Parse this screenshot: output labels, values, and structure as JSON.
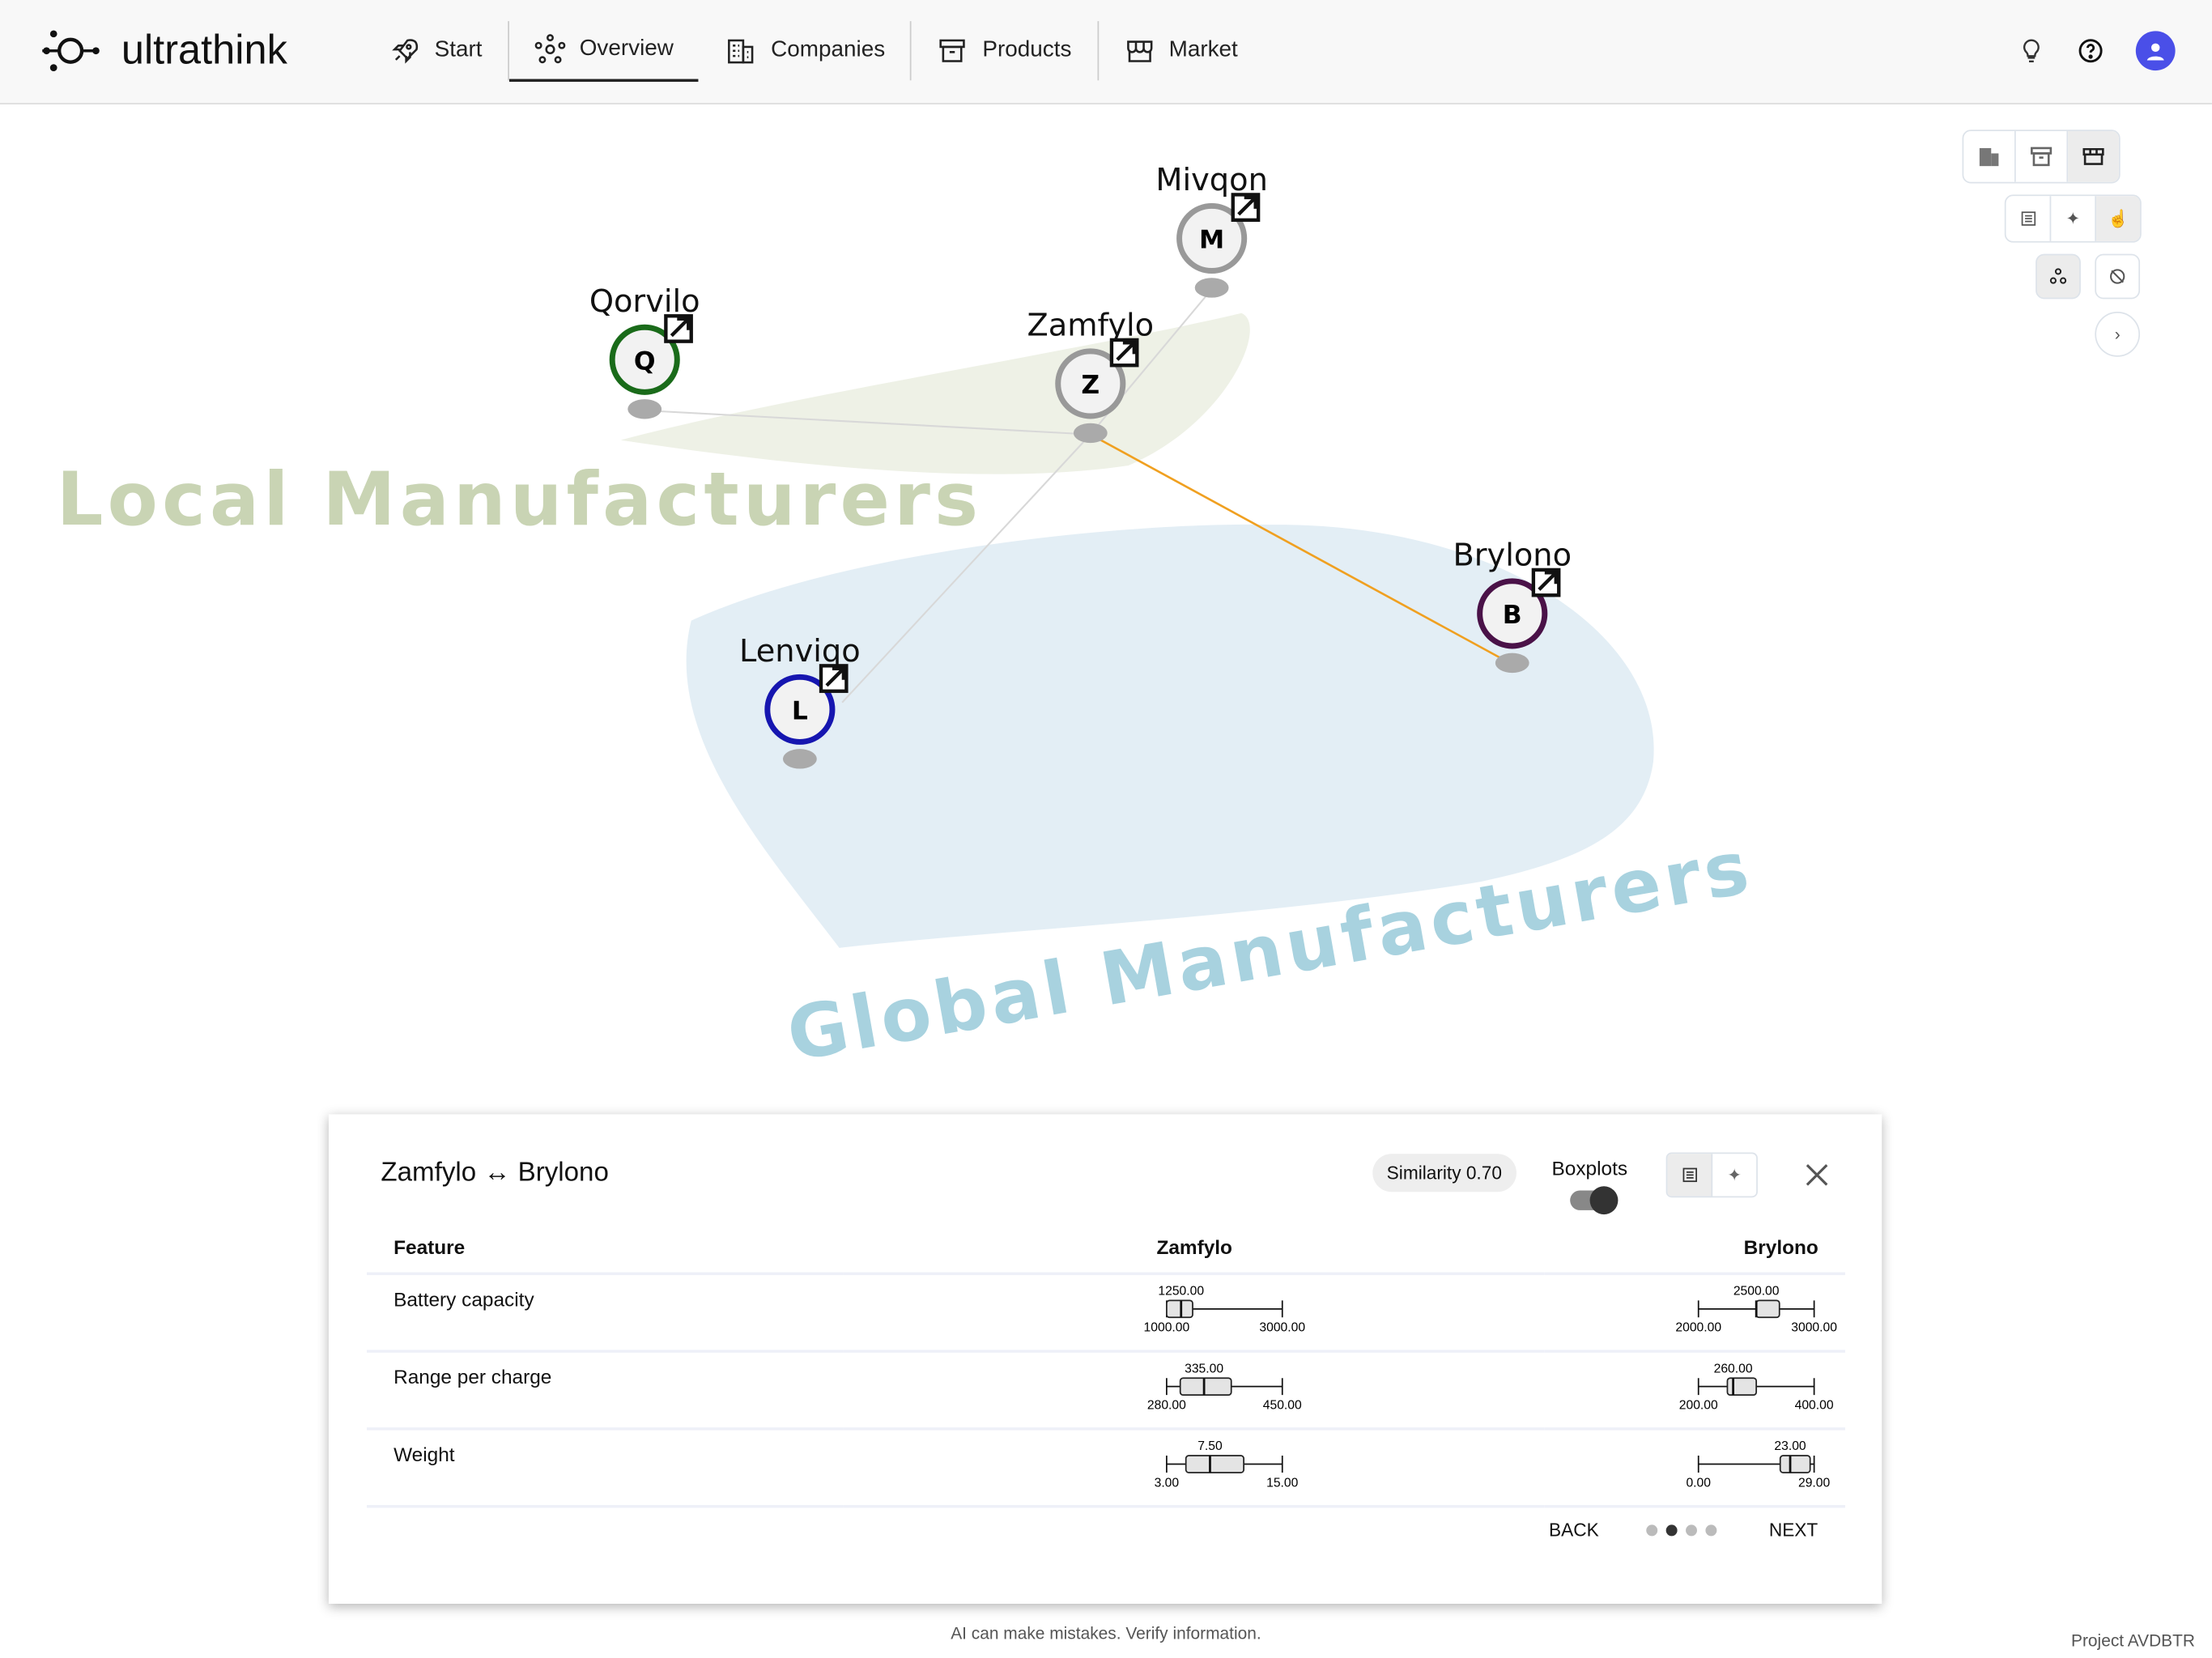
{
  "app": {
    "name": "ultrathink",
    "project": "Project AVDBTR",
    "disclaimer": "AI can make mistakes. Verify information."
  },
  "nav": [
    {
      "label": "Start",
      "icon": "rocket-icon"
    },
    {
      "label": "Overview",
      "icon": "network-icon",
      "active": true
    },
    {
      "label": "Companies",
      "icon": "building-icon"
    },
    {
      "label": "Products",
      "icon": "archive-box-icon"
    },
    {
      "label": "Market",
      "icon": "storefront-icon"
    }
  ],
  "top_right_icons": [
    "lightbulb-icon",
    "help-icon",
    "user-avatar-icon"
  ],
  "graph": {
    "clusters": [
      {
        "label": "Local Manufacturers",
        "color": "#c9d4b4"
      },
      {
        "label": "Global Manufacturers",
        "color": "#a8d2df"
      }
    ],
    "nodes": [
      {
        "name": "Mivqon",
        "initial": "M",
        "ring": "#999999"
      },
      {
        "name": "Qorvilo",
        "initial": "Q",
        "ring": "#1a6b1a"
      },
      {
        "name": "Zamfylo",
        "initial": "Z",
        "ring": "#999999"
      },
      {
        "name": "Brylono",
        "initial": "B",
        "ring": "#4a1248"
      },
      {
        "name": "Lenviqo",
        "initial": "L",
        "ring": "#1616b0"
      }
    ],
    "edges": [
      {
        "from": "Qorvilo",
        "to": "Zamfylo"
      },
      {
        "from": "Mivqon",
        "to": "Zamfylo"
      },
      {
        "from": "Zamfylo",
        "to": "Lenviqo"
      },
      {
        "from": "Zamfylo",
        "to": "Brylono",
        "highlighted": true,
        "color": "#f0a020"
      }
    ]
  },
  "panel": {
    "title": "Zamfylo ↔ Brylono",
    "similarity": "Similarity 0.70",
    "boxplots_label": "Boxplots",
    "boxplots_on": true,
    "columns": [
      "Feature",
      "Zamfylo",
      "Brylono"
    ],
    "rows": [
      {
        "feature": "Battery capacity",
        "a": {
          "min": 1000,
          "q1": 1000,
          "median": 1250,
          "q3": 1450,
          "max": 3000,
          "min_label": "1000.00",
          "median_label": "1250.00",
          "max_label": "3000.00"
        },
        "b": {
          "min": 2000,
          "q1": 2500,
          "median": 2500,
          "q3": 2700,
          "max": 3000,
          "min_label": "2000.00",
          "median_label": "2500.00",
          "max_label": "3000.00"
        }
      },
      {
        "feature": "Range per charge",
        "a": {
          "min": 280,
          "q1": 300,
          "median": 335,
          "q3": 375,
          "max": 450,
          "min_label": "280.00",
          "median_label": "335.00",
          "max_label": "450.00"
        },
        "b": {
          "min": 200,
          "q1": 250,
          "median": 260,
          "q3": 300,
          "max": 400,
          "min_label": "200.00",
          "median_label": "260.00",
          "max_label": "400.00"
        }
      },
      {
        "feature": "Weight",
        "a": {
          "min": 3,
          "q1": 5,
          "median": 7.5,
          "q3": 11,
          "max": 15,
          "min_label": "3.00",
          "median_label": "7.50",
          "max_label": "15.00"
        },
        "b": {
          "min": 0,
          "q1": 20.5,
          "median": 23,
          "q3": 28,
          "max": 29,
          "min_label": "0.00",
          "median_label": "23.00",
          "max_label": "29.00"
        }
      }
    ],
    "back": "BACK",
    "next": "NEXT",
    "page": 2,
    "pages": 4
  }
}
